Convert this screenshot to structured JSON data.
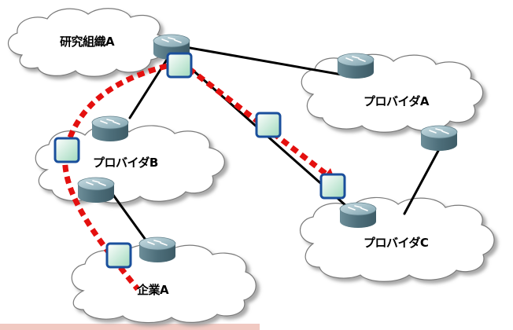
{
  "clouds": {
    "research_org_a": {
      "label": "研究組織A"
    },
    "provider_a": {
      "label": "プロバイダA"
    },
    "provider_b": {
      "label": "プロバイダB"
    },
    "provider_c": {
      "label": "プロバイダC"
    },
    "company_a": {
      "label": "企業A"
    }
  },
  "colors": {
    "path_dash": "#e4100f",
    "link_line": "#000000",
    "marker_border": "#1a4f9c",
    "marker_fill": "#bfe7d2",
    "router_body": "#5b7c88",
    "router_top": "#9fbcc6",
    "cloud_fill": "#ffffff",
    "cloud_outline": "#7a7a7a",
    "bottom_strip": "#f1c9c2"
  },
  "icons": {
    "router": "router-icon",
    "packet_marker": "packet-marker-icon",
    "arrow": "arrow-head-icon"
  }
}
